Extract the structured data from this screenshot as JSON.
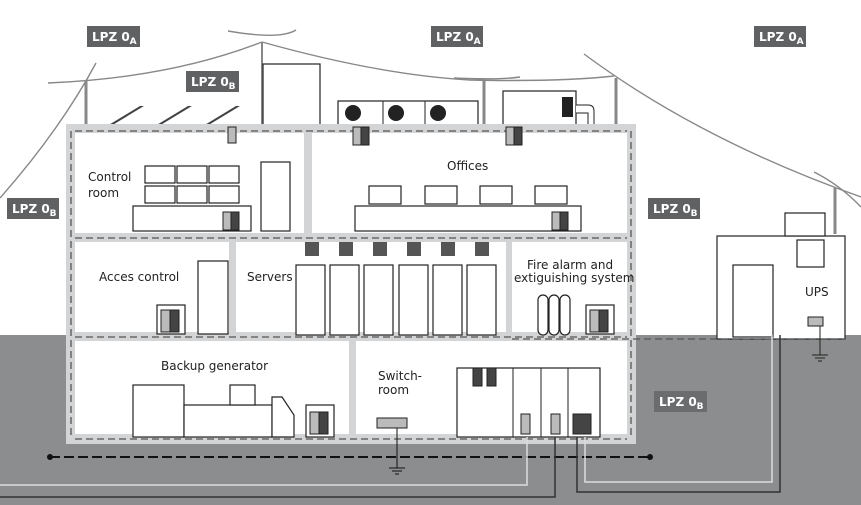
{
  "zones": {
    "lpz0a_left": {
      "main": "LPZ 0",
      "sub": "A"
    },
    "lpz0a_center": {
      "main": "LPZ 0",
      "sub": "A"
    },
    "lpz0a_right": {
      "main": "LPZ 0",
      "sub": "A"
    },
    "lpz0b_roof": {
      "main": "LPZ 0",
      "sub": "B"
    },
    "lpz0b_left": {
      "main": "LPZ 0",
      "sub": "B"
    },
    "lpz0b_right": {
      "main": "LPZ 0",
      "sub": "B"
    },
    "lpz0b_ground": {
      "main": "LPZ 0",
      "sub": "B"
    }
  },
  "rooms": {
    "control_room_1": "Control",
    "control_room_2": "room",
    "offices": "Offices",
    "access_control": "Acces control",
    "servers": "Servers",
    "fire_1": "Fire alarm and",
    "fire_2": "extiguishing system",
    "backup_generator": "Backup generator",
    "switch_1": "Switch-",
    "switch_2": "room",
    "ups": "UPS"
  },
  "colors": {
    "ground": "#8b8d8f",
    "zone_badge": "#5f6163",
    "wall": "#d3d4d5"
  }
}
